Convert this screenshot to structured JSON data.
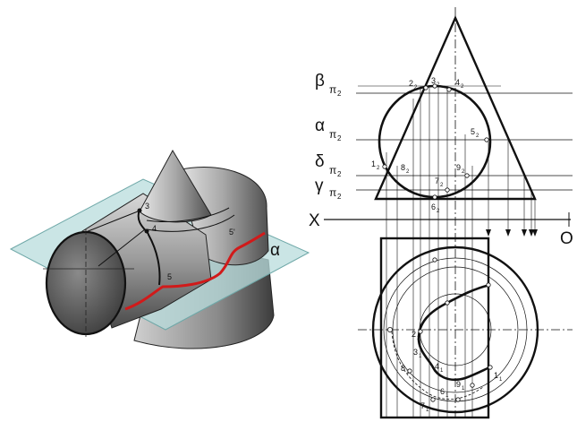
{
  "left_view": {
    "points": [
      "3",
      "4",
      "5",
      "5'"
    ],
    "plane_label": "α"
  },
  "right_view": {
    "planes": [
      {
        "greek": "β",
        "sub": "π",
        "subsub": "2"
      },
      {
        "greek": "α",
        "sub": "π",
        "subsub": "2"
      },
      {
        "greek": "δ",
        "sub": "π",
        "subsub": "2"
      },
      {
        "greek": "γ",
        "sub": "π",
        "subsub": "2"
      }
    ],
    "axis_left": "X",
    "axis_right": "O",
    "front_points": [
      "2",
      "3",
      "4",
      "5",
      "1",
      "8",
      "9",
      "7",
      "6"
    ],
    "front_sub": "2",
    "top_points": [
      "2",
      "3",
      "4",
      "8",
      "9",
      "7",
      "6",
      "1"
    ],
    "top_sub": "1"
  },
  "colors": {
    "line": "#111111",
    "section_curve": "#d11a1a",
    "plane": "#b8dcdc"
  }
}
